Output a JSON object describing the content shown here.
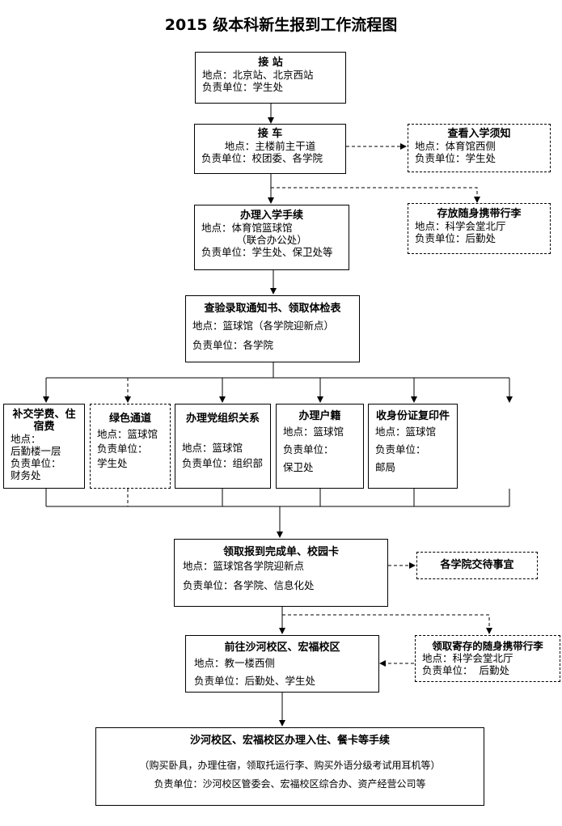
{
  "title": "2015 级本科新生报到工作流程图",
  "boxes": {
    "jiezhan": {
      "title": "接  站",
      "lines": [
        "地点：北京站、北京西站",
        "负责单位：学生处"
      ]
    },
    "jieche": {
      "title": "接  车",
      "lines": [
        "地点：主楼前主干道",
        "负责单位：校团委、各学院"
      ]
    },
    "chakan": {
      "title": "查看入学须知",
      "lines": [
        "地点：体育馆西侧",
        "负责单位：学生处"
      ]
    },
    "cunfang": {
      "title": "存放随身携带行李",
      "lines": [
        "地点：科学会堂北厅",
        "负责单位：后勤处"
      ]
    },
    "banli": {
      "title": "办理入学手续",
      "lines": [
        "地点：体育馆篮球馆",
        "（联合办公处）",
        "负责单位：学生处、保卫处等"
      ]
    },
    "chayan": {
      "title": "查验录取通知书、领取体检表",
      "lines": [
        "地点：篮球馆（各学院迎新点）",
        "负责单位：各学院"
      ]
    },
    "bujiao": {
      "title": "补交学费、住宿费",
      "lines": [
        "地点：",
        "后勤楼一层",
        "负责单位：",
        "财务处"
      ]
    },
    "lvse": {
      "title": "绿色通道",
      "lines": [
        "地点：篮球馆",
        "负责单位：",
        "学生处"
      ]
    },
    "dangzuzhi": {
      "title": "办理党组织关系",
      "lines": [
        "地点：篮球馆",
        "负责单位：组织部"
      ]
    },
    "hukou": {
      "title": "办理户籍",
      "lines": [
        "地点：篮球馆",
        "负责单位：",
        "保卫处"
      ]
    },
    "shenfen": {
      "title": "收身份证复印件",
      "lines": [
        "地点：篮球馆",
        "负责单位：",
        "邮局"
      ]
    },
    "lingqu": {
      "title": "领取报到完成单、校园卡",
      "lines": [
        "地点：篮球馆各学院迎新点",
        "负责单位：各学院、信息化处"
      ]
    },
    "jiaodai": {
      "title": "各学院交待事宜",
      "lines": []
    },
    "qianwang": {
      "title": "前往沙河校区、宏福校区",
      "lines": [
        "地点：教一楼西侧",
        "负责单位：后勤处、学生处"
      ]
    },
    "jicun": {
      "title": "领取寄存的随身携带行李",
      "lines": [
        "地点：科学会堂北厅",
        "负责单位：  后勤处"
      ]
    },
    "zhusu": {
      "title": "沙河校区、宏福校区办理入住、餐卡等手续",
      "lines": [
        "（购买卧具，办理住宿，领取托运行李、购买外语分级考试用耳机等）",
        "负责单位：沙河校区管委会、宏福校区综合办、资产经营公司等"
      ]
    }
  }
}
